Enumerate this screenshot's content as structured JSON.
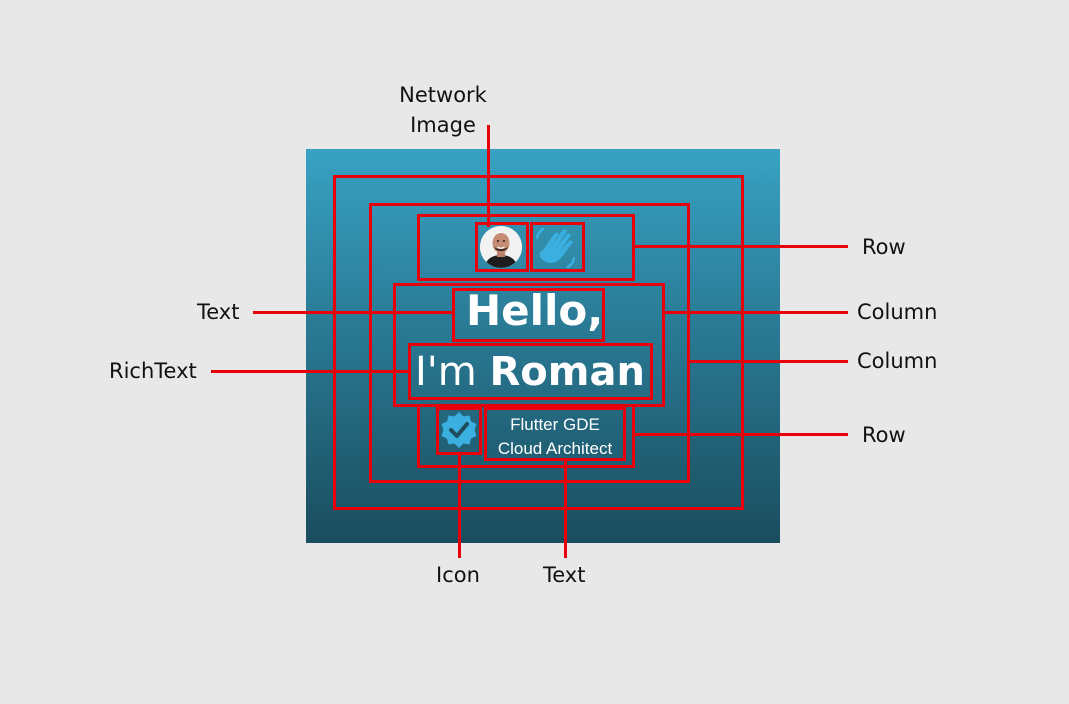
{
  "labels": {
    "network_image_line1": "Network",
    "network_image_line2": "Image",
    "row_top": "Row",
    "text_left": "Text",
    "column_inner": "Column",
    "richtext_left": "RichText",
    "column_outer": "Column",
    "row_bottom": "Row",
    "icon_bottom": "Icon",
    "text_bottom": "Text"
  },
  "card": {
    "greeting": "Hello,",
    "intro_prefix": "I'm ",
    "intro_name": "Roman",
    "subtitle_line1": "Flutter GDE",
    "subtitle_line2": "Cloud Architect"
  },
  "icons": {
    "avatar": "profile-photo",
    "wave": "waving-hand-icon",
    "verified": "verified-badge-icon"
  },
  "colors": {
    "annotation": "#e8000b",
    "panel_top": "#38a2c3",
    "panel_bottom": "#1a4d5e",
    "icon_blue": "#3bb0e0",
    "page_bg": "#e8e8e8"
  }
}
